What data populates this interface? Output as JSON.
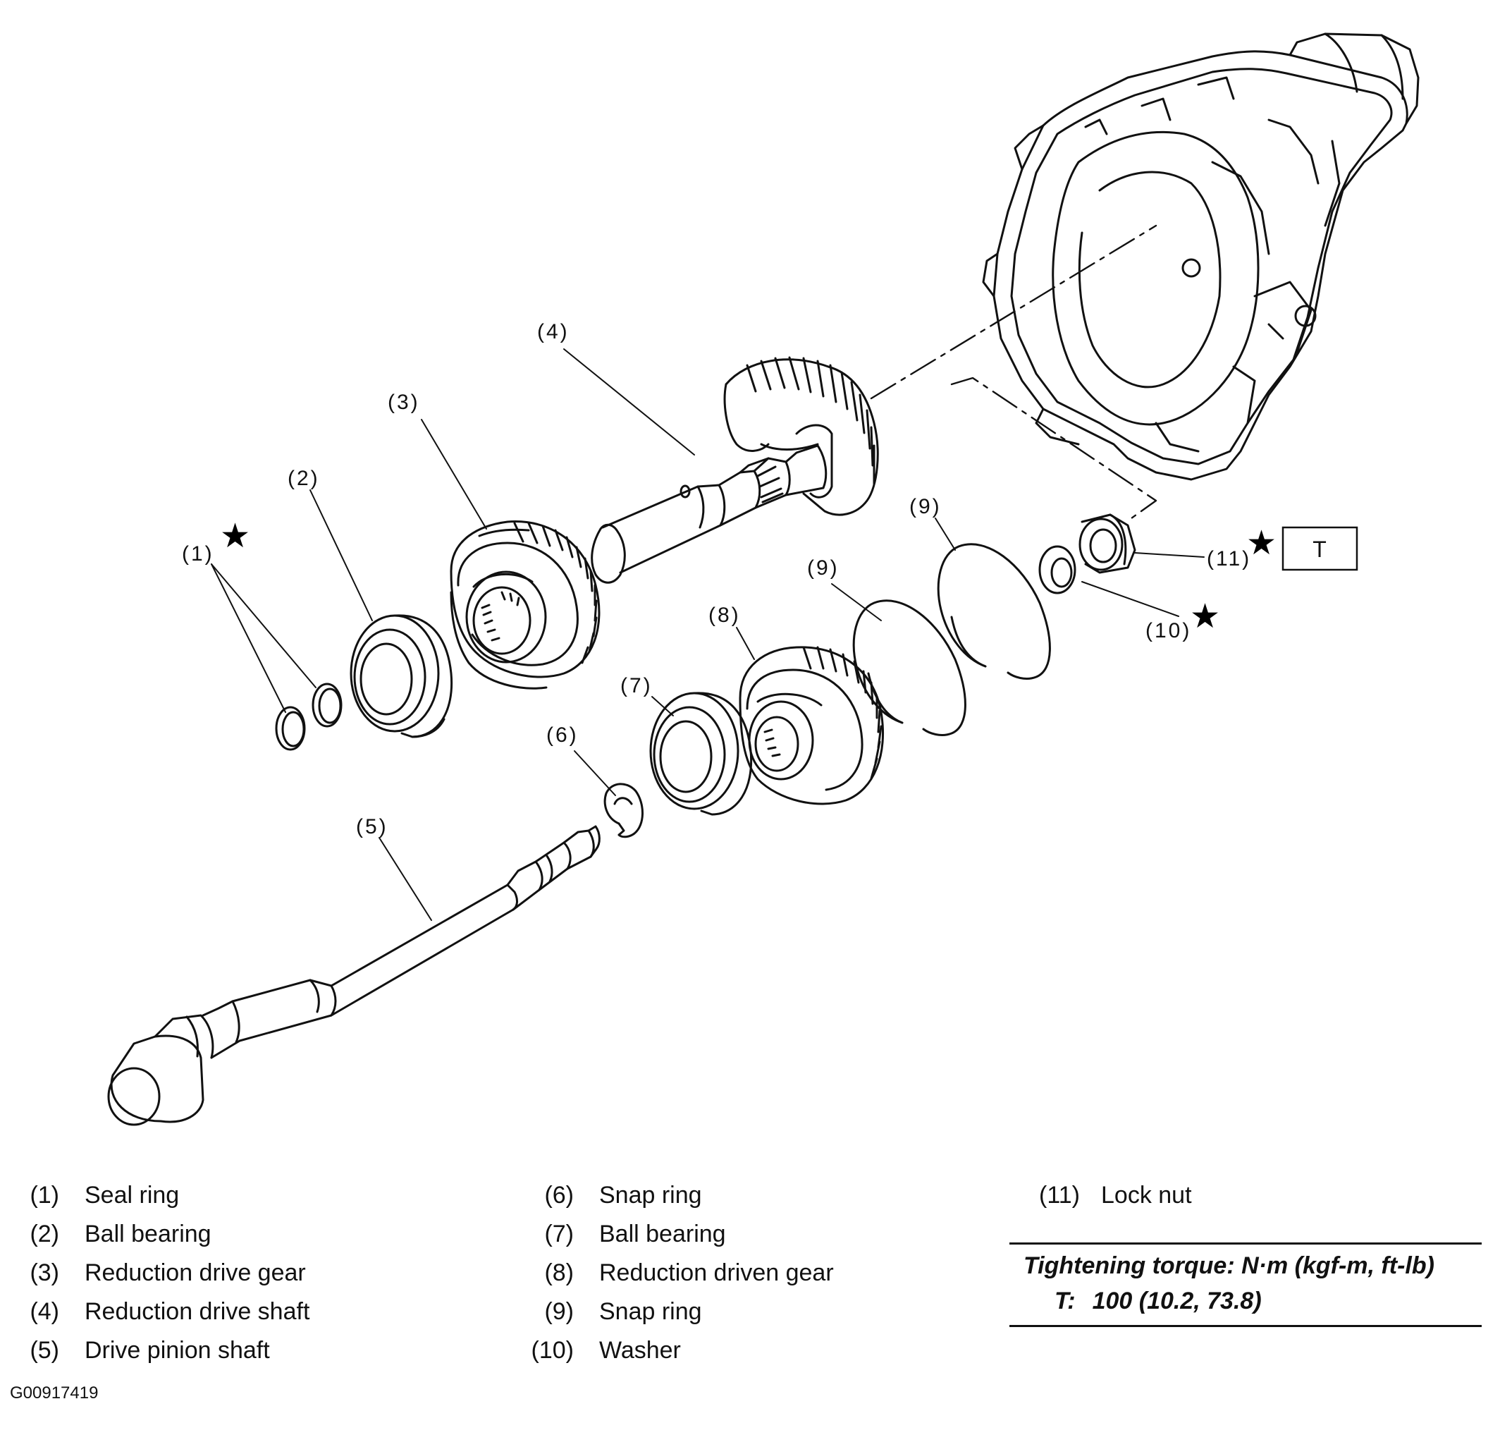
{
  "callouts": {
    "c1": "(1)",
    "c2": "(2)",
    "c3": "(3)",
    "c4": "(4)",
    "c5": "(5)",
    "c6": "(6)",
    "c7": "(7)",
    "c8": "(8)",
    "c9a": "(9)",
    "c9b": "(9)",
    "c10": "(10)",
    "c11": "(11)"
  },
  "torque_box_label": "T",
  "legend": [
    {
      "num": "(1)",
      "name": "Seal ring"
    },
    {
      "num": "(2)",
      "name": "Ball bearing"
    },
    {
      "num": "(3)",
      "name": "Reduction drive gear"
    },
    {
      "num": "(4)",
      "name": "Reduction drive shaft"
    },
    {
      "num": "(5)",
      "name": "Drive pinion shaft"
    },
    {
      "num": "(6)",
      "name": "Snap ring"
    },
    {
      "num": "(7)",
      "name": "Ball bearing"
    },
    {
      "num": "(8)",
      "name": "Reduction driven gear"
    },
    {
      "num": "(9)",
      "name": "Snap ring"
    },
    {
      "num": "(10)",
      "name": "Washer"
    },
    {
      "num": "(11)",
      "name": "Lock nut"
    }
  ],
  "torque": {
    "heading": "Tightening torque: N·m (kgf-m, ft-lb)",
    "symbol": "T:",
    "value": "100 (10.2, 73.8)"
  },
  "figure_id": "G00917419"
}
